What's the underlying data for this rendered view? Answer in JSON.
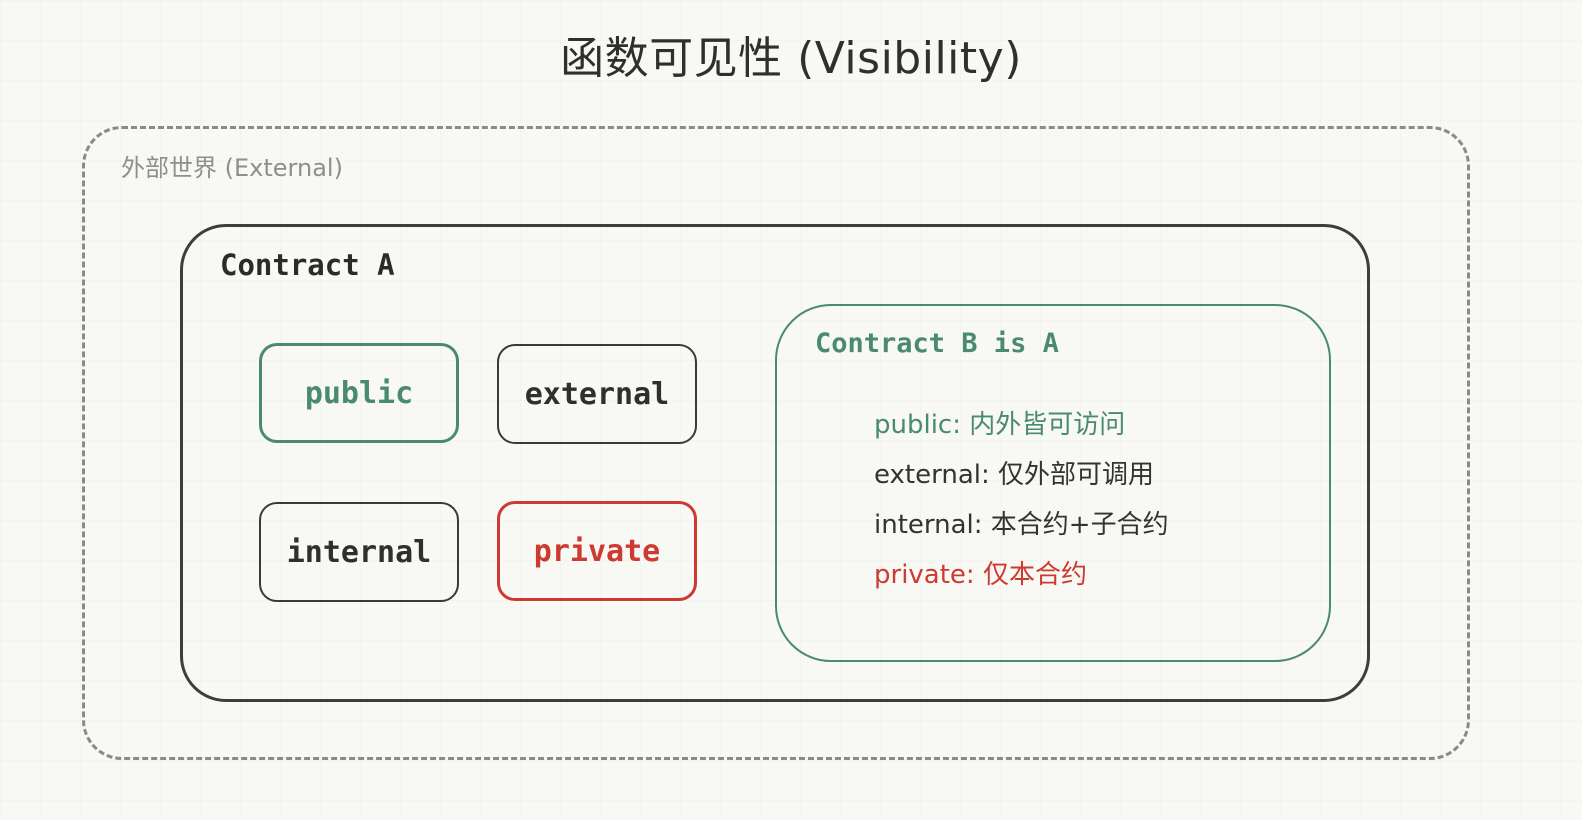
{
  "title": "函数可见性 (Visibility)",
  "external_world": {
    "label": "外部世界 (External)"
  },
  "contract_a": {
    "title": "Contract A",
    "boxes": {
      "public": "public",
      "external": "external",
      "internal": "internal",
      "private": "private"
    }
  },
  "contract_b": {
    "title": "Contract B is A",
    "descriptions": {
      "public": "public: 内外皆可访问",
      "external": "external: 仅外部可调用",
      "internal": "internal: 本合约+子合约",
      "private": "private: 仅本合约"
    }
  },
  "colors": {
    "public": "#4a8a72",
    "private": "#cc3a30",
    "neutral": "#3a3a3a",
    "external_border": "#8a8a8a",
    "background": "#f8f8f4"
  }
}
